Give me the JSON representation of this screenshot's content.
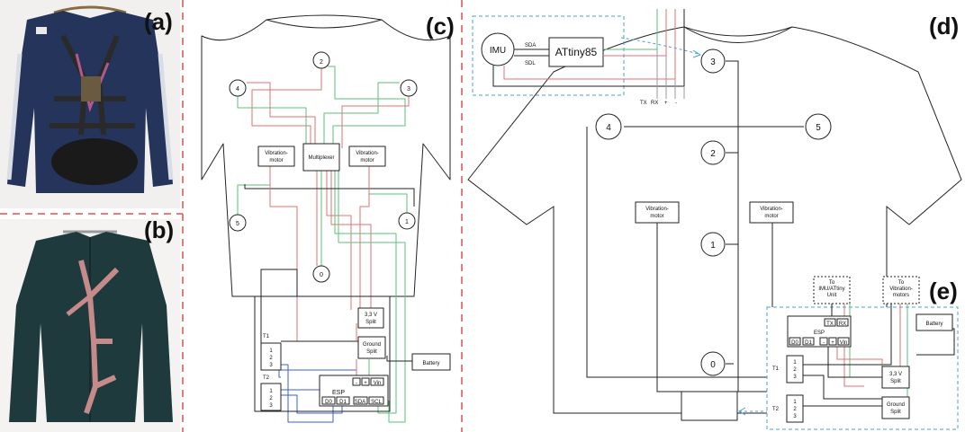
{
  "panels": {
    "a": "(a)",
    "b": "(b)",
    "c": "(c)",
    "d": "(d)",
    "e": "(e)"
  },
  "diagram_c": {
    "nodes": [
      "2",
      "4",
      "3",
      "5",
      "1",
      "0"
    ],
    "vibration_motor": "Vibration-\nmotor",
    "multiplexer": "Multiplexer",
    "split_33": "3,3 V\nSplit",
    "ground_split": "Ground\nSplit",
    "battery": "Battery",
    "t1": "T1",
    "t2": "T2",
    "terminal_pins": [
      "1",
      "2",
      "3"
    ],
    "esp": "ESP",
    "esp_pins_top": [
      "-",
      "+",
      "Vin"
    ],
    "esp_pins_bottom": [
      "D0",
      "D1",
      "SDA",
      "SCL"
    ]
  },
  "diagram_d": {
    "imu": "IMU",
    "sda": "SDA",
    "sdl": "SDL",
    "attiny": "ATtiny85",
    "tx": "TX",
    "rx": "RX",
    "plus": "+",
    "minus": "-",
    "nodes": [
      "3",
      "4",
      "5",
      "2",
      "1",
      "0"
    ],
    "vibration_motor": "Vibration-\nmotor",
    "to_imu": "To\nIMU/ATtiny\nUnit",
    "to_vib": "To\nVibration-\nmotors",
    "battery": "Battery",
    "esp": "ESP",
    "esp_tx": "TX",
    "esp_rx": "RX",
    "esp_pins": [
      "D0",
      "D1",
      "-",
      "+",
      "Vin"
    ],
    "t1": "T1",
    "t2": "T2",
    "split_33": "3,3 V\nSplit",
    "ground_split": "Ground\nSplit"
  }
}
